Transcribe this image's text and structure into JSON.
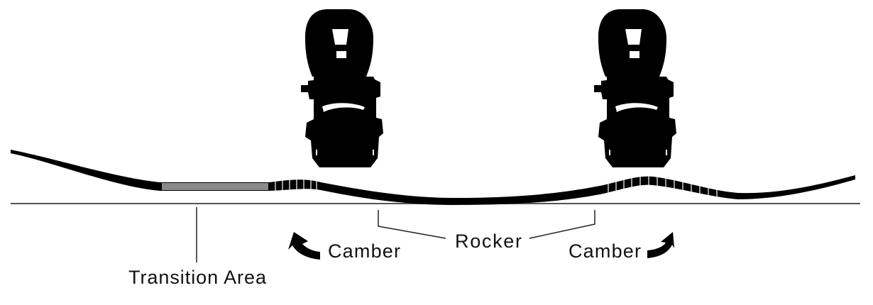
{
  "labels": {
    "rocker": "Rocker",
    "camber_left": "Camber",
    "camber_right": "Camber",
    "transition": "Transition Area"
  },
  "colors": {
    "board": "#000000",
    "transition_area": "#8a8a8a",
    "ground_line": "#555555"
  }
}
